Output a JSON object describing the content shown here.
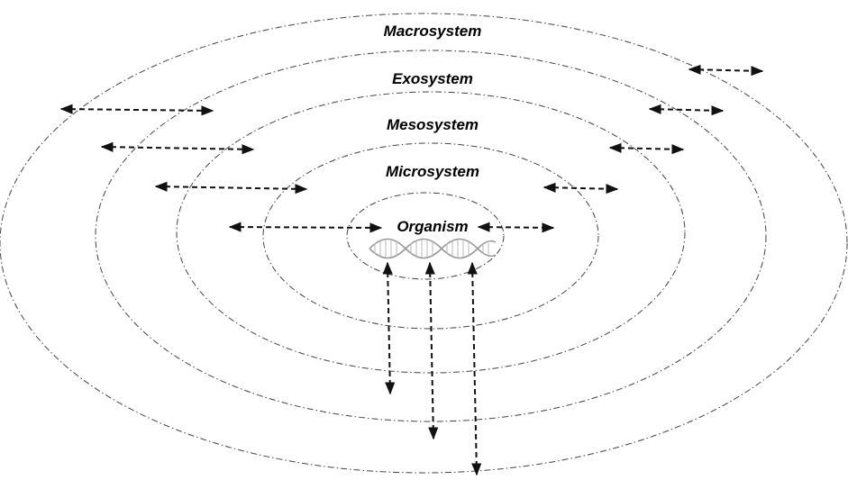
{
  "diagram": {
    "levels": [
      {
        "id": "macro",
        "label": "Macrosystem"
      },
      {
        "id": "exo",
        "label": "Exosystem"
      },
      {
        "id": "meso",
        "label": "Mesosystem"
      },
      {
        "id": "micro",
        "label": "Microsystem"
      },
      {
        "id": "organism",
        "label": "Organism"
      }
    ],
    "center_icon": "dna-helix-icon",
    "colors": {
      "ring": "#444444",
      "arrow": "#111111",
      "dna": "#9a9a9a"
    }
  }
}
